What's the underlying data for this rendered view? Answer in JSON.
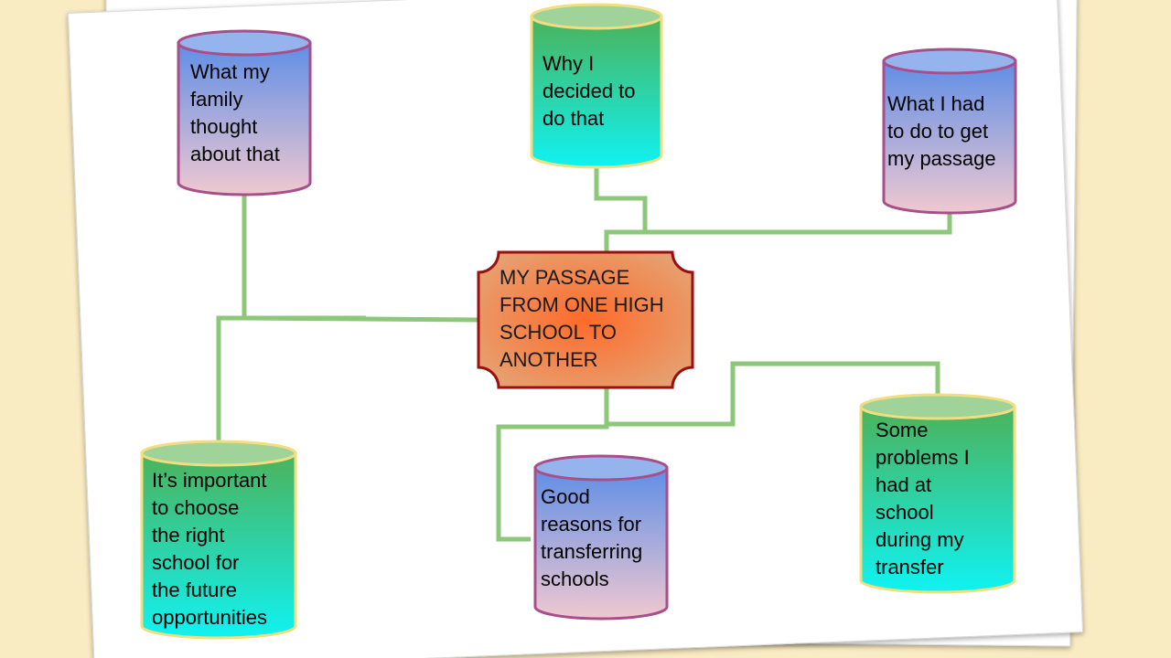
{
  "diagram": {
    "central": {
      "label": "MY PASSAGE\nFROM ONE HIGH\nSCHOOL TO\nANOTHER"
    },
    "nodes": [
      {
        "id": "family",
        "label": "What my\nfamily\nthought\nabout that",
        "style": "blue"
      },
      {
        "id": "why",
        "label": "Why I\ndecided to\ndo that",
        "style": "green"
      },
      {
        "id": "passage",
        "label": "What I had\nto do to get\nmy passage",
        "style": "blue"
      },
      {
        "id": "important",
        "label": "It’s important\nto choose\nthe right\nschool for\nthe future\nopportunities",
        "style": "green"
      },
      {
        "id": "reasons",
        "label": "Good\nreasons for\ntransferring\nschools",
        "style": "blue"
      },
      {
        "id": "problems",
        "label": "Some\nproblems I\nhad at\nschool\nduring my\ntransfer",
        "style": "green"
      }
    ]
  },
  "colors": {
    "background": "#f9ebc2",
    "paper": "#ffffff",
    "connector": "#8cc77a",
    "center_fill_inner": "#ff7a3a",
    "center_fill_outer": "#e09a6a",
    "center_border": "#9a1010",
    "blue_top": "#5f8ee6",
    "blue_bottom": "#f0c8d0",
    "blue_cap": "#95b4ee",
    "blue_border": "#a64f8a",
    "green_top": "#4cb25a",
    "green_bottom": "#10f2f2",
    "green_cap": "#9fd39a",
    "green_border": "#f2de7e"
  }
}
